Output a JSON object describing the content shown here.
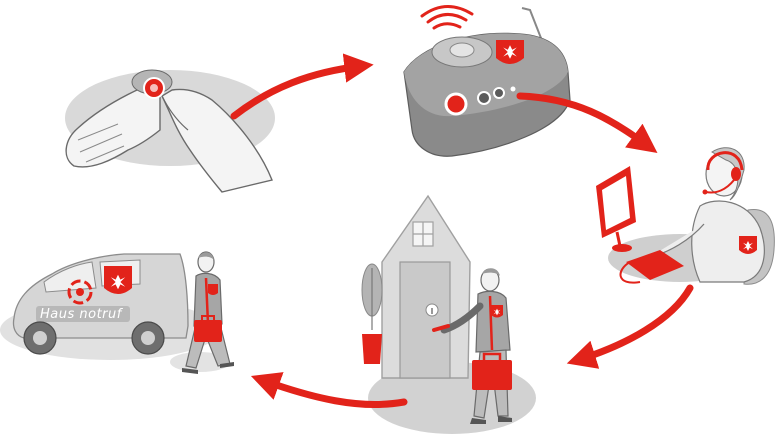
{
  "diagram": {
    "colors": {
      "red": "#e2231a",
      "gray_dark": "#7c7c7c",
      "gray_mid": "#a8a8a8",
      "gray_light": "#d2d2d2",
      "skin": "#f2f2f2",
      "outline": "#555555"
    },
    "steps": [
      {
        "id": "press-button",
        "icon": "wrist-emergency-button"
      },
      {
        "id": "base-station",
        "icon": "home-alarm-base-station"
      },
      {
        "id": "operator",
        "icon": "call-center-operator-headset"
      },
      {
        "id": "house-visit",
        "icon": "paramedic-at-house-door"
      },
      {
        "id": "van",
        "icon": "emergency-service-van"
      }
    ],
    "van_lettering": "Haus notruf"
  }
}
